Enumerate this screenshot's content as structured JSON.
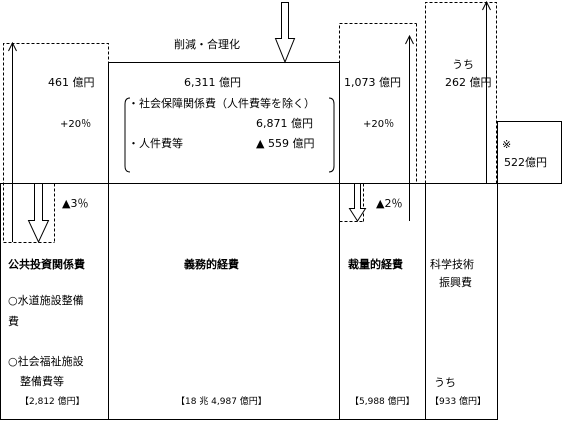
{
  "cut_label": "削減・合理化",
  "public_works": {
    "top_amount": "461 億円",
    "top_pct": "+20％",
    "reduction": "▲3％",
    "title": "公共投資関係費",
    "item1_line1": "○水道施設整備",
    "item1_line2": "費",
    "item2_line1": "○社会福祉施設",
    "item2_line2": "整備費等",
    "total": "【2,812 億円】"
  },
  "mandatory": {
    "cut_amount": "6,311 億円",
    "item1": "・社会保障関係費（人件費等を除く）",
    "item1_amount": "6,871 億円",
    "item2": "・人件費等",
    "item2_amount": "▲ 559 億円",
    "title": "義務的経費",
    "total": "【18 兆 4,987 億円】"
  },
  "discretionary": {
    "top_amount": "1,073 億円",
    "top_pct": "+20％",
    "reduction": "▲2％",
    "title": "裁量的経費",
    "total": "【5,988 億円】"
  },
  "science": {
    "top_uchi": "うち",
    "top_amount": "262 億円",
    "title_line1": "科学技術",
    "title_line2": "振興費",
    "bottom_uchi": "うち",
    "total": "【933 億円】"
  },
  "note": {
    "mark": "※",
    "amount": "522億円"
  }
}
